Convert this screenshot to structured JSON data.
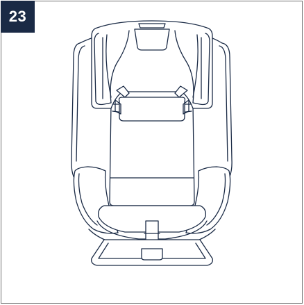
{
  "step": {
    "number": "23"
  },
  "illustration": {
    "subject": "child-car-seat",
    "view": "front",
    "line_color": "#1a2a45",
    "badge_color": "#1a2a45"
  }
}
